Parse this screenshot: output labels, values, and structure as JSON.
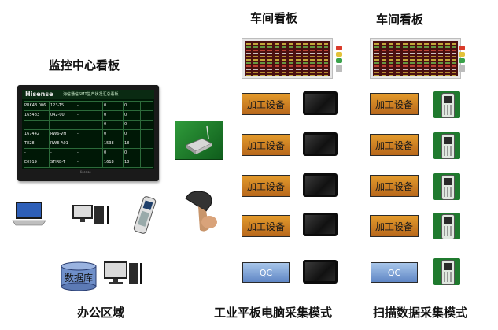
{
  "labels": {
    "monitor_center": "监控中心看板",
    "workshop_board_1": "车间看板",
    "workshop_board_2": "车间看板",
    "office_area": "办公区域",
    "tablet_mode": "工业平板电脑采集模式",
    "scan_mode": "扫描数据采集模式"
  },
  "big_screen": {
    "logo": "Hisense",
    "heading": "海信通信SMT生产状况汇总看板",
    "brand": "Hisense",
    "rows": [
      [
        "PRK43.006",
        "123-T5",
        "-",
        "0",
        "0"
      ],
      [
        "165483",
        "042-00",
        "-",
        "0",
        "0"
      ],
      [
        "-",
        "-",
        "-",
        "0",
        "0"
      ],
      [
        "167442",
        "RW6-VH",
        "-",
        "0",
        "0"
      ],
      [
        "T828",
        "RWE-A01",
        "-",
        "1538",
        "18"
      ],
      [
        "-",
        "-",
        "-",
        "0",
        "0"
      ],
      [
        "E0919",
        "STIRB-T",
        "-",
        "1618",
        "18"
      ]
    ]
  },
  "database_label": "数据库",
  "tablet_column": {
    "devices": [
      "加工设备",
      "加工设备",
      "加工设备",
      "加工设备"
    ],
    "qc": "QC"
  },
  "scan_column": {
    "devices": [
      "加工设备",
      "加工设备",
      "加工设备",
      "加工设备"
    ],
    "qc": "QC"
  }
}
